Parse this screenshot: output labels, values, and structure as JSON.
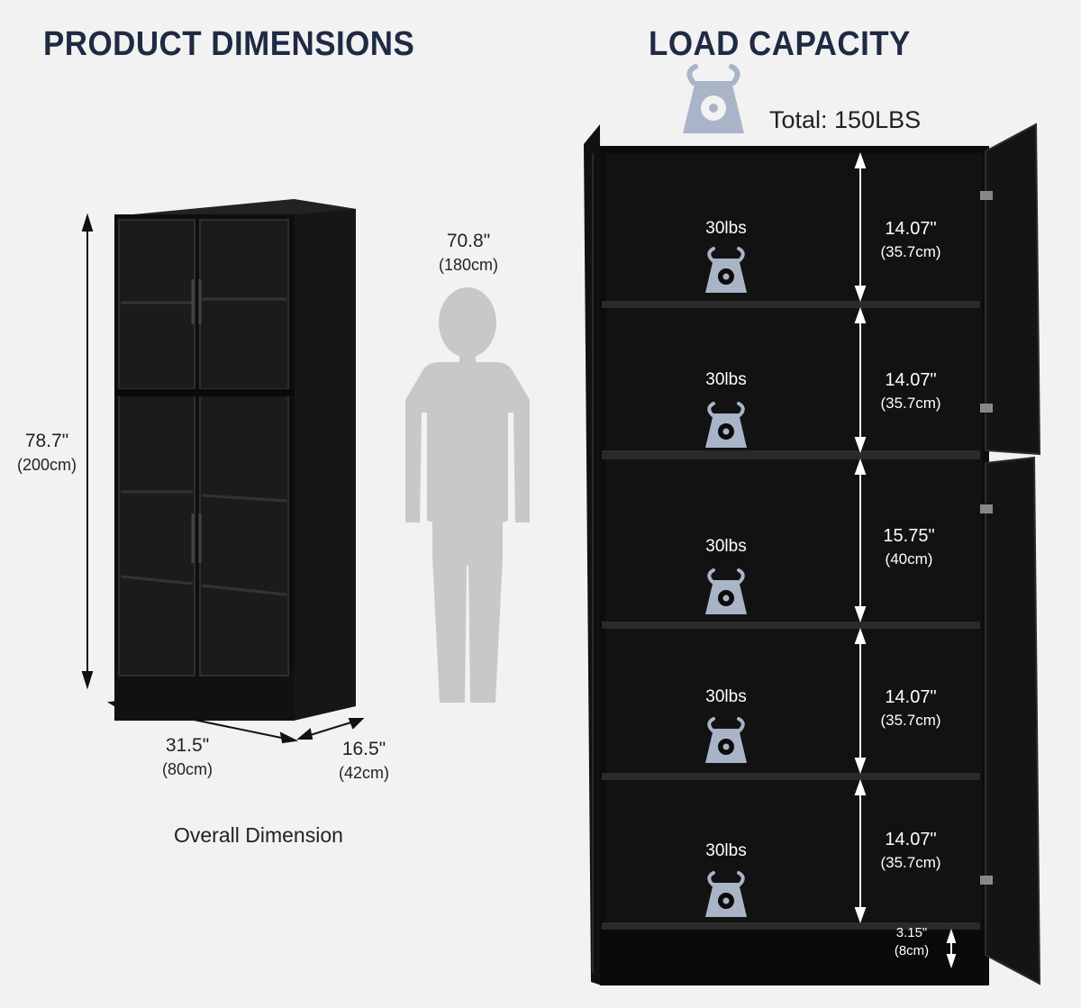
{
  "left": {
    "title": "PRODUCT DIMENSIONS",
    "height": {
      "value": "78.7\"",
      "metric": "(200cm)"
    },
    "width": {
      "value": "31.5\"",
      "metric": "(80cm)"
    },
    "depth": {
      "value": "16.5\"",
      "metric": "(42cm)"
    },
    "person": {
      "value": "70.8\"",
      "metric": "(180cm)"
    },
    "caption": "Overall Dimension"
  },
  "right": {
    "title": "LOAD CAPACITY",
    "total": "Total: 150LBS",
    "shelves": [
      {
        "load": "30lbs",
        "height": "14.07\"",
        "metric": "(35.7cm)"
      },
      {
        "load": "30lbs",
        "height": "14.07\"",
        "metric": "(35.7cm)"
      },
      {
        "load": "30lbs",
        "height": "15.75\"",
        "metric": "(40cm)"
      },
      {
        "load": "30lbs",
        "height": "14.07\"",
        "metric": "(35.7cm)"
      },
      {
        "load": "30lbs",
        "height": "14.07\"",
        "metric": "(35.7cm)"
      }
    ],
    "base": {
      "height": "3.15\"",
      "metric": "(8cm)"
    }
  },
  "colors": {
    "heading": "#1f2a44",
    "cabinet": "#0d0d0d",
    "scale_icon": "#a9b4c8",
    "person": "#c8c8c8"
  }
}
